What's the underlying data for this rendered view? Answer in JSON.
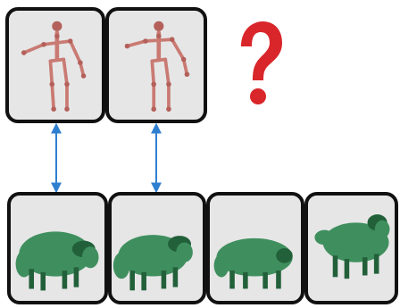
{
  "colors": {
    "panel_bg": "#e6e6e6",
    "panel_border": "#111111",
    "skeleton": "#c97a72",
    "skeleton_joint": "#b4605a",
    "sheep_body": "#3f8f5e",
    "sheep_dark": "#22603a",
    "link_arrow": "#2f7fd0",
    "question_mark": "#d9262a"
  },
  "icons": {
    "skeleton": "humanoid-skeleton-icon",
    "sheep": "sheep-3d-model-icon",
    "question": "question-mark-icon",
    "arrow": "double-headed-arrow-icon"
  },
  "top_row": [
    {
      "pose": "arm-pointing"
    },
    {
      "pose": "arm-pointing"
    }
  ],
  "bottom_row": [
    {
      "pose": "grazing-left"
    },
    {
      "pose": "grazing-left"
    },
    {
      "pose": "standing-left"
    },
    {
      "pose": "head-raised-left"
    }
  ],
  "correspondences": [
    {
      "top": 0,
      "bottom": 0
    },
    {
      "top": 1,
      "bottom": 1
    }
  ]
}
